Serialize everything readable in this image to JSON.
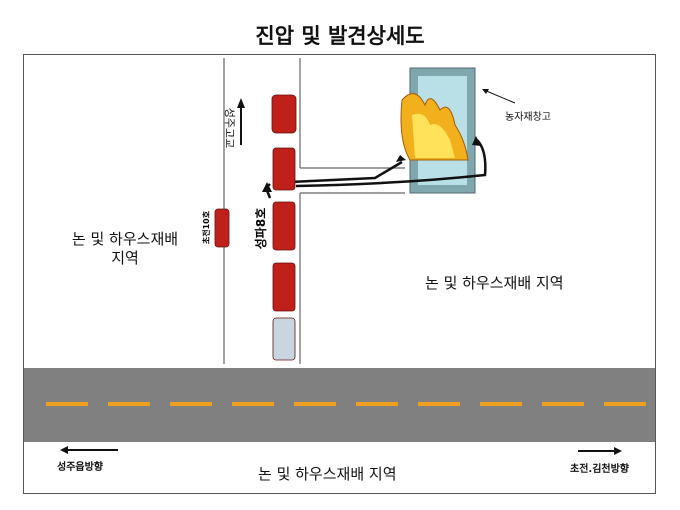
{
  "title": "진압 및 발견상세도",
  "labels": {
    "area_left": "논 및 하우스재배\n지역",
    "area_left_line1": "논 및 하우스재배",
    "area_left_line2": "지역",
    "area_right": "논 및 하우스재배 지역",
    "area_bottom": "논 및 하우스재배 지역",
    "warehouse": "농자재창고",
    "school_direction": "성주고교",
    "truck_seongpa": "성파8호",
    "truck_chojeon": "초전10호",
    "dir_left": "성주읍방향",
    "dir_right": "초전.김천방향"
  },
  "colors": {
    "road": "#808080",
    "lane": "#f0a020",
    "truck": "#c0201a",
    "building": "#a9d6de"
  }
}
